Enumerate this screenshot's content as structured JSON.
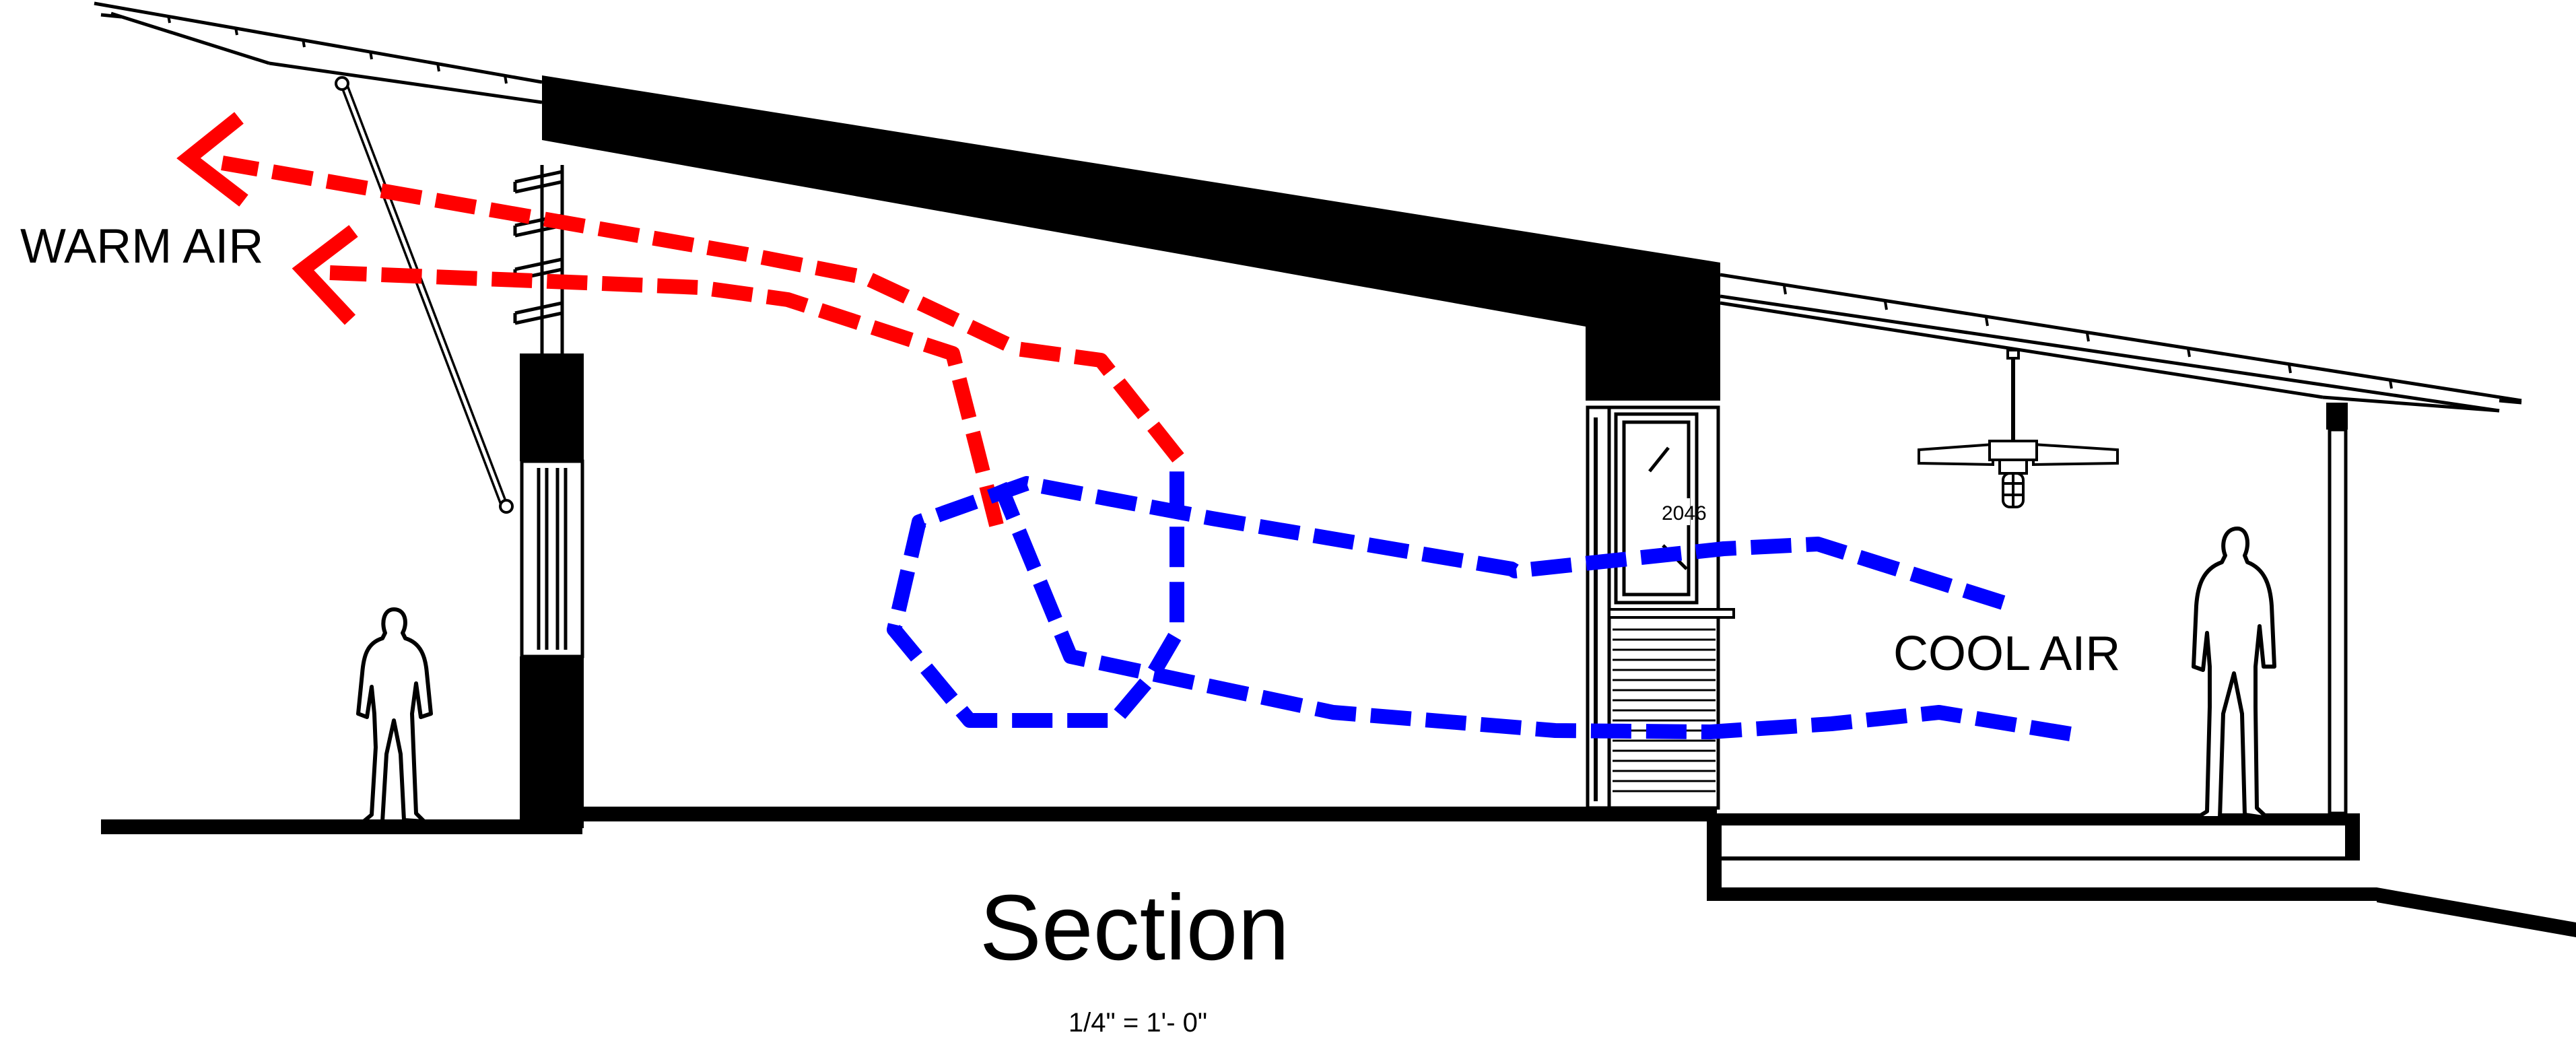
{
  "labels": {
    "warm_air": "WARM AIR",
    "cool_air": "COOL AIR",
    "door_tag": "2046",
    "title": "Section",
    "scale": "1/4\" = 1'- 0\""
  },
  "colors": {
    "warm_air_arrow": "#ff0000",
    "cool_air_arrow": "#0000ff",
    "structure": "#000000",
    "background": "#ffffff"
  },
  "icons": {
    "person_left": "person-silhouette-icon",
    "person_right": "person-silhouette-icon",
    "ceiling_fan": "ceiling-fan-icon"
  }
}
